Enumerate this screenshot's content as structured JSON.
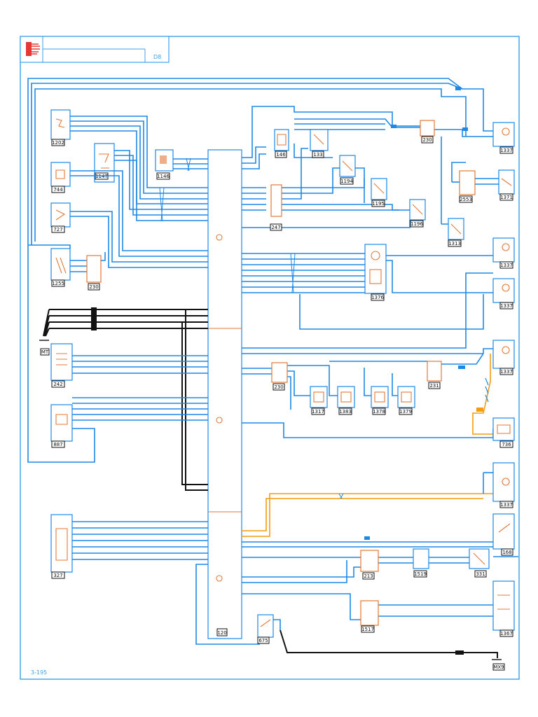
{
  "sheet": {
    "title": "",
    "page_code": "D8",
    "page_number": "3-195",
    "central_unit_id": "120"
  },
  "components": {
    "c1202": "1202",
    "c744": "744",
    "c727": "727",
    "c1255": "1255",
    "c1147": "1147",
    "c1146": "1146",
    "c146": "146",
    "c133": "133",
    "c1194": "1194",
    "c1195": "1195",
    "c1196": "1196",
    "c1313": "1313",
    "c2553": "2553",
    "c1371": "1371",
    "c2301": "230",
    "c1337a": "1337",
    "c1337b": "1337",
    "c1337c": "1337",
    "c1337d": "1337",
    "c1337e": "1337",
    "c1376": "1376",
    "c247": "247",
    "c242": "242",
    "c887": "887",
    "c327": "327",
    "c1317": "1317",
    "c1383": "1383",
    "c1378": "1378",
    "c1379": "1379",
    "c231": "231",
    "c736": "736",
    "c168": "168",
    "c213": "213",
    "c1519": "1519",
    "c331": "331",
    "c675": "675",
    "c1517": "1517",
    "c1367": "1367",
    "g1": "MT",
    "g2": "MX9"
  }
}
